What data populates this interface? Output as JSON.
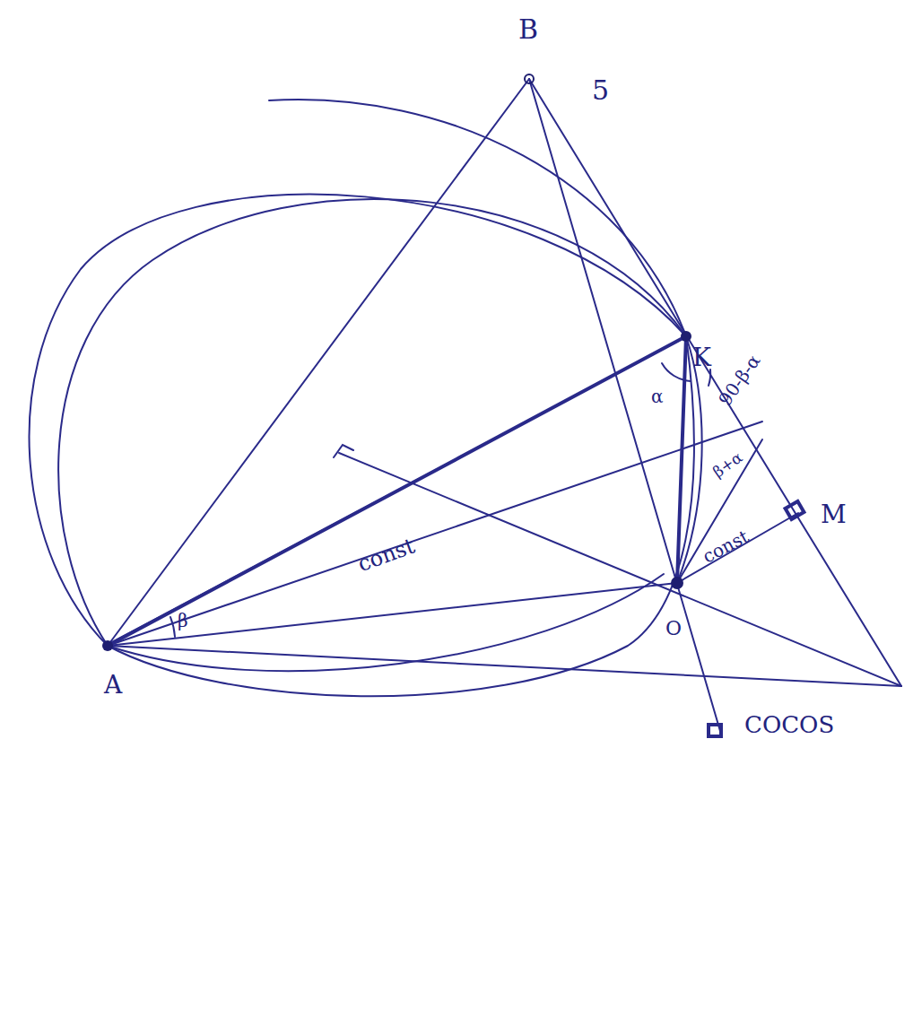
{
  "diagram": {
    "labels": [
      "B",
      "5",
      "K",
      "α",
      "90-β-α",
      "β+α",
      "M",
      "const",
      "O",
      "const",
      "β",
      "A",
      "COCOS"
    ]
  }
}
